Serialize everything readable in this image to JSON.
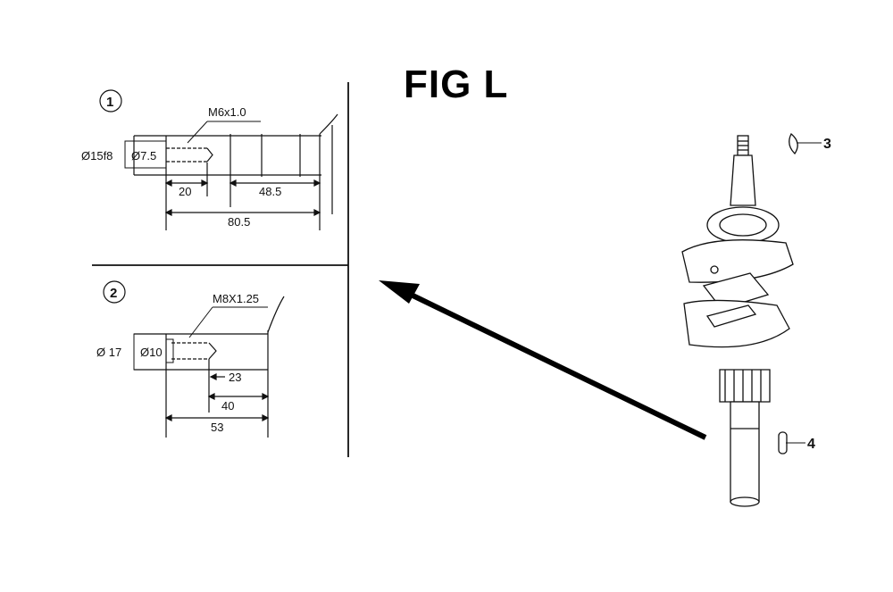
{
  "figure": {
    "title": "FIG L"
  },
  "detail_1": {
    "badge": "1",
    "thread": "M6x1.0",
    "shaft_diameter": "Ø15f8",
    "bore_diameter": "Ø7.5",
    "length_short": "20",
    "length_mid": "48.5",
    "length_total": "80.5"
  },
  "detail_2": {
    "badge": "2",
    "thread": "M8X1.25",
    "shaft_diameter": "Ø 17",
    "bore_diameter": "Ø10",
    "length_short": "23",
    "length_mid": "40",
    "length_total": "53"
  },
  "callouts": {
    "part_3": "3",
    "part_4": "4"
  }
}
